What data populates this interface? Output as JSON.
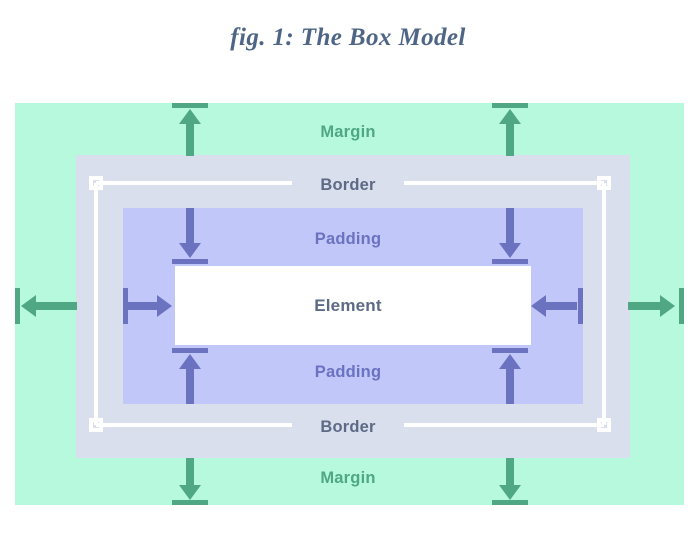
{
  "figure": {
    "title": "fig. 1: The Box Model",
    "labels": {
      "margin_top": "Margin",
      "margin_bottom": "Margin",
      "border_top": "Border",
      "border_bottom": "Border",
      "padding_top": "Padding",
      "padding_bottom": "Padding",
      "element": "Element"
    },
    "colors": {
      "margin_fill": "#b6f9dc",
      "margin_accent": "#4fa883",
      "border_fill": "#d9dfed",
      "border_accent": "#5d6a86",
      "padding_fill": "#c2c7f9",
      "padding_accent": "#6b72c0",
      "element_fill": "#ffffff",
      "element_accent": "#5d6a86",
      "guide_line": "#ffffff",
      "title_color": "#4e6585",
      "page_background": "#ffffff"
    },
    "arrows": {
      "margin_top_left": "arrow-up",
      "margin_top_right": "arrow-up",
      "margin_bottom_left": "arrow-down",
      "margin_bottom_right": "arrow-down",
      "margin_left": "arrow-left",
      "margin_right": "arrow-right",
      "padding_top_left": "arrow-down",
      "padding_top_right": "arrow-down",
      "padding_bottom_left": "arrow-up",
      "padding_bottom_right": "arrow-up",
      "padding_left": "arrow-right",
      "padding_right": "arrow-left"
    },
    "handles": {
      "top_left": "resize-handle",
      "top_right": "resize-handle",
      "bottom_left": "resize-handle",
      "bottom_right": "resize-handle"
    }
  }
}
